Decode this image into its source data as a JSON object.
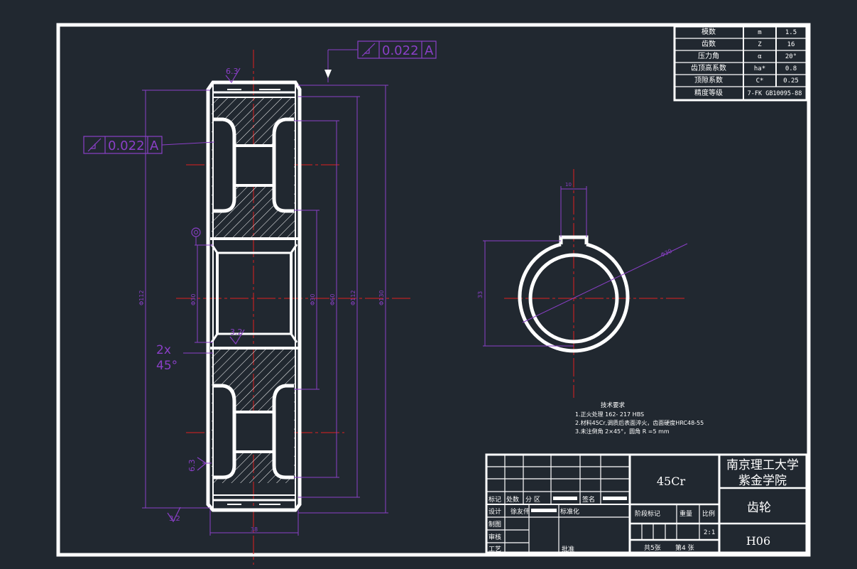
{
  "parameter_table": {
    "rows": [
      {
        "label": "模数",
        "symbol": "m",
        "value": "1.5"
      },
      {
        "label": "齿数",
        "symbol": "Z",
        "value": "16"
      },
      {
        "label": "压力角",
        "symbol": "α",
        "value": "20°"
      },
      {
        "label": "齿顶高系数",
        "symbol": "ha*",
        "value": "0.8"
      },
      {
        "label": "顶隙系数",
        "symbol": "C*",
        "value": "0.25"
      },
      {
        "label": "精度等级",
        "symbol": "7-FK GB10095-88",
        "value": ""
      }
    ]
  },
  "tolerances": {
    "top_value": "0.022",
    "top_datum": "A",
    "left_value": "0.022",
    "left_datum": "A"
  },
  "roughness": {
    "top": "6.3",
    "middle": "3.2",
    "lower_left": "6.3",
    "bottom": "3.2"
  },
  "chamfer": {
    "line1": "2x",
    "line2": "45°"
  },
  "dimensions": {
    "left_outer": "Φ112",
    "bore": "Φ30",
    "inner_a": "Φ30",
    "inner_b": "Φ60",
    "inner_c": "Φ112",
    "outer": "Φ130",
    "width": "38",
    "keyway_width": "10",
    "key_height": "33",
    "section_dia": "Φ30"
  },
  "technical_requirements": {
    "title": "技术要求",
    "items": [
      "1.正火处理 162- 217 HBS",
      "2.材料45Cr,调质后表面淬火，齿面硬度HRC48-55",
      "3.未注倒角 2×45°，圆角 R =5 mm"
    ]
  },
  "title_block": {
    "labels": {
      "mark": "标记",
      "count": "处数",
      "zone": "分 区",
      "sign": "签名",
      "design": "设计",
      "designer": "徐友伟",
      "standardize": "标准化",
      "drawn": "制图",
      "review": "审核",
      "process": "工艺",
      "approve": "批准",
      "stage_mark": "阶段标记",
      "weight": "重量",
      "scale": "比例"
    },
    "material": "45Cr",
    "school_line1": "南京理工大学",
    "school_line2": "紫金学院",
    "part_name": "齿轮",
    "scale_value": "2:1",
    "sheets_total": "共5张",
    "sheet_no": "第4 张",
    "drawing_no": "H06"
  }
}
